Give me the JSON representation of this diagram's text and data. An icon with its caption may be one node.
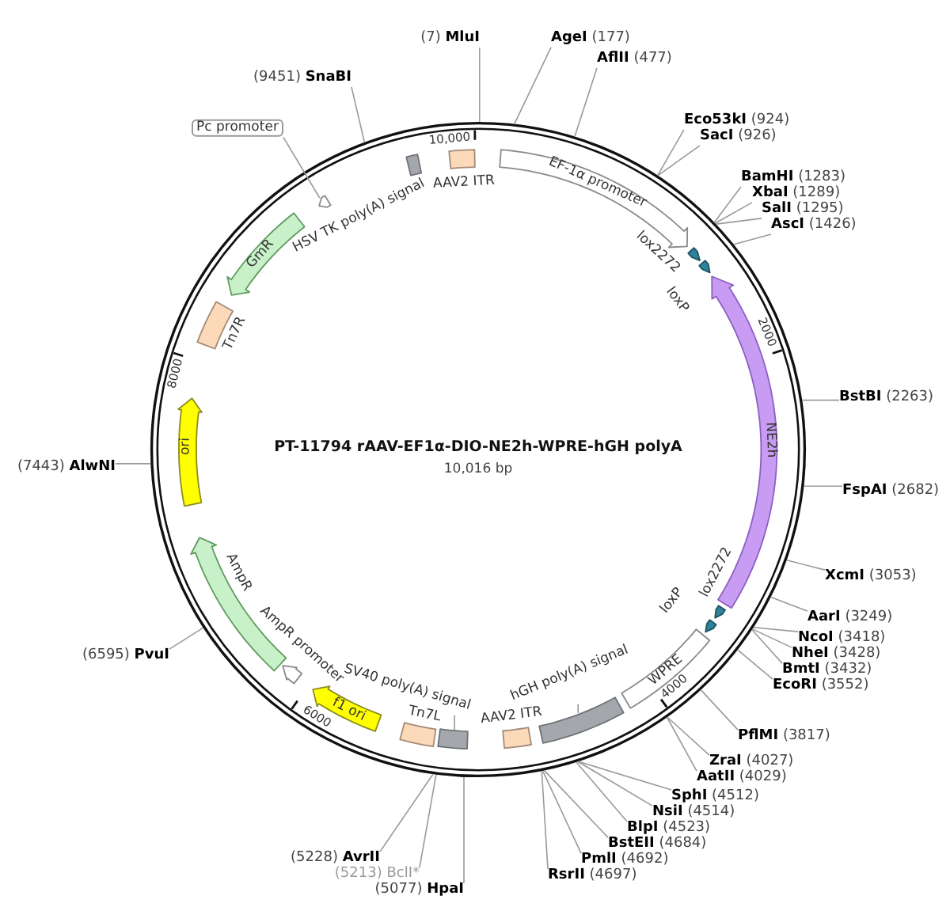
{
  "diagram": {
    "title": "PT-11794 rAAV-EF1α-DIO-NE2h-WPRE-hGH polyA",
    "nodes": [
      {
        "text": [
          "(7) **MluI**"
        ]
      },
      {
        "text": [
          "**AgeI** (177)"
        ]
      },
      {
        "text": [
          "**AflII** (477)"
        ]
      },
      {
        "text": [
          "**Eco53kI** (924)"
        ]
      },
      {
        "text": [
          "**SacI** (926)"
        ]
      },
      {
        "text": [
          "**BamHI** (1283)"
        ]
      },
      {
        "text": [
          "**XbaI** (1289)"
        ]
      },
      {
        "text": [
          "**SalI** (1295)"
        ]
      },
      {
        "text": [
          "**AscI** (1426)"
        ]
      },
      {
        "text": [
          "**BstBI** (2263)"
        ]
      },
      {
        "text": [
          "**FspAI** (2682)"
        ]
      },
      {
        "text": [
          "**XcmI** (3053)"
        ]
      },
      {
        "text": [
          "**AarI** (3249)"
        ]
      },
      {
        "text": [
          "**NcoI** (3418)"
        ]
      },
      {
        "text": [
          "**NheI** (3428)"
        ]
      },
      {
        "text": [
          "**BmtI** (3432)"
        ]
      },
      {
        "text": [
          "**EcoRI** (3552)"
        ]
      },
      {
        "text": [
          "**PflMI** (3817)"
        ]
      },
      {
        "text": [
          "**ZraI** (4027)"
        ]
      },
      {
        "text": [
          "**AatII** (4029)"
        ]
      },
      {
        "text": [
          "**SphI** (4512)"
        ]
      },
      {
        "text": [
          "**NsiI** (4514)"
        ]
      },
      {
        "text": [
          "**BlpI** (4523)"
        ]
      },
      {
        "text": [
          "**BstEII** (4684)"
        ]
      },
      {
        "text": [
          "**PmlI** (4692)"
        ]
      },
      {
        "text": [
          "**RsrII** (4697)"
        ]
      },
      {
        "text": [
          "(5077) **HpaI**"
        ]
      },
      {
        "text": [
          "(5213) BclI*"
        ]
      },
      {
        "text": [
          "(5228) **AvrII**"
        ]
      },
      {
        "text": [
          "(6595) **PvuI**"
        ]
      },
      {
        "text": [
          "(7443) **AlwNI**"
        ]
      },
      {
        "text": [
          "(9451) **SnaBI**"
        ]
      },
      {
        "text": [
          "Pc promoter"
        ]
      },
      {
        "text": [
          "SV40 poly(A) signal"
        ]
      },
      {
        "text": [
          "hGH poly(A) signal"
        ]
      },
      {
        "text": [],
        "shape": "box",
        "beside": [
          "AAV2 ITR"
        ]
      },
      {
        "text": [
          "EF-1α promoter"
        ]
      },
      {
        "text": [],
        "shape": "arrow"
      },
      {
        "text": [],
        "shape": "arrow",
        "beside": [
          "loxP"
        ]
      },
      {
        "text": [
          "NE2h"
        ]
      },
      {
        "text": [],
        "shape": "arrow"
      },
      {
        "text": [],
        "shape": "arrow",
        "beside": [
          "loxP"
        ]
      },
      {
        "text": [
          "WPRE"
        ]
      },
      {
        "text": [],
        "shape": "box"
      },
      {
        "text": [],
        "shape": "box",
        "beside": [
          "AAV2 ITR"
        ]
      },
      {
        "text": [],
        "shape": "box"
      },
      {
        "text": [],
        "shape": "box",
        "beside": [
          "Tn7L"
        ]
      },
      {
        "text": [
          "f1 ori"
        ]
      },
      {
        "text": [],
        "shape": "arrow",
        "beside": [
          "AmpR promoter"
        ]
      },
      {
        "text": [],
        "shape": "arrow",
        "beside": [
          "AmpR"
        ]
      },
      {
        "text": [
          "ori"
        ]
      },
      {
        "text": [],
        "shape": "box",
        "beside": [
          "Tn7R"
        ]
      },
      {
        "text": [
          "GmR"
        ]
      },
      {
        "text": [],
        "shape": "arrow"
      },
      {
        "text": [],
        "shape": "box",
        "beside": [
          "HSV TK poly(A) signal"
        ]
      }
    ],
    "edges": [
      {
        "from": 0,
        "to": null,
        "arrow": "none"
      },
      {
        "from": 1,
        "to": null,
        "arrow": "none"
      },
      {
        "from": 2,
        "to": null,
        "arrow": "none"
      },
      {
        "from": 3,
        "to": null,
        "arrow": "none"
      },
      {
        "from": 4,
        "to": null,
        "arrow": "none"
      },
      {
        "from": 5,
        "to": null,
        "arrow": "none"
      },
      {
        "from": 6,
        "to": null,
        "arrow": "none"
      },
      {
        "from": 7,
        "to": null,
        "arrow": "none"
      },
      {
        "from": 8,
        "to": null,
        "arrow": "none"
      },
      {
        "from": 9,
        "to": null,
        "arrow": "none"
      },
      {
        "from": 10,
        "to": null,
        "arrow": "none"
      },
      {
        "from": 11,
        "to": null,
        "arrow": "none"
      },
      {
        "from": 12,
        "to": null,
        "arrow": "none"
      },
      {
        "from": 13,
        "to": null,
        "arrow": "none"
      },
      {
        "from": 14,
        "to": null,
        "arrow": "none"
      },
      {
        "from": 15,
        "to": null,
        "arrow": "none"
      },
      {
        "from": 16,
        "to": null,
        "arrow": "none"
      },
      {
        "from": 17,
        "to": null,
        "arrow": "none"
      },
      {
        "from": 18,
        "to": null,
        "arrow": "none"
      },
      {
        "from": 19,
        "to": null,
        "arrow": "none"
      },
      {
        "from": 20,
        "to": null,
        "arrow": "none"
      },
      {
        "from": 21,
        "to": null,
        "arrow": "none"
      },
      {
        "from": 22,
        "to": null,
        "arrow": "none"
      },
      {
        "from": 23,
        "to": null,
        "arrow": "none"
      },
      {
        "from": 24,
        "to": null,
        "arrow": "none"
      },
      {
        "from": 25,
        "to": null,
        "arrow": "none"
      },
      {
        "from": 26,
        "to": null,
        "arrow": "none"
      },
      {
        "from": 27,
        "to": null,
        "arrow": "none"
      },
      {
        "from": 28,
        "to": null,
        "arrow": "none"
      },
      {
        "from": 29,
        "to": null,
        "arrow": "none"
      },
      {
        "from": 30,
        "to": null,
        "arrow": "none"
      },
      {
        "from": 31,
        "to": null,
        "arrow": "none"
      },
      {
        "from": 32,
        "to": 53,
        "arrow": "none"
      },
      {
        "from": 33,
        "to": 45,
        "arrow": "none"
      },
      {
        "from": 34,
        "to": 43,
        "arrow": "none"
      }
    ],
    "labels": [
      "10,000",
      "lox2272",
      "2000",
      "8000",
      "10,016 bp",
      "lox2272",
      "6000",
      "4000"
    ]
  }
}
